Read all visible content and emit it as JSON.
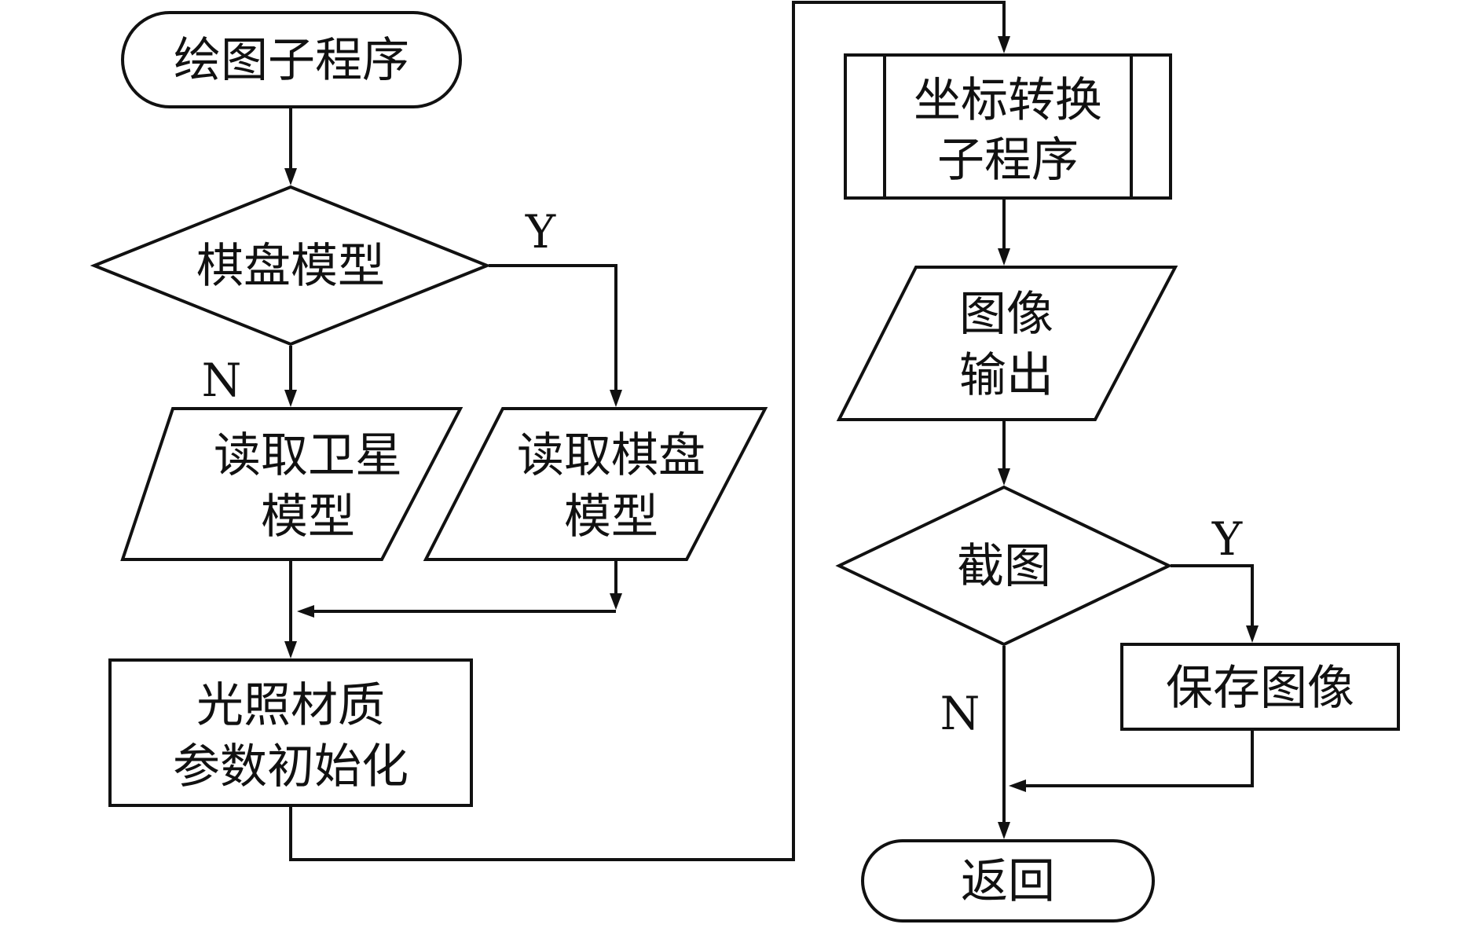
{
  "nodes": {
    "start": [
      "绘图子程序"
    ],
    "decision_board": [
      "棋盘模型"
    ],
    "read_satellite": [
      "读取卫星",
      "模型"
    ],
    "read_board": [
      "读取棋盘",
      "模型"
    ],
    "init_params": [
      "光照材质",
      "参数初始化"
    ],
    "coord_transform": [
      "坐标转换",
      "子程序"
    ],
    "image_output": [
      "图像",
      "输出"
    ],
    "decision_screenshot": [
      "截图"
    ],
    "save_image": [
      "保存图像"
    ],
    "end": [
      "返回"
    ]
  },
  "edge_labels": {
    "board_yes": "Y",
    "board_no": "N",
    "screenshot_yes": "Y",
    "screenshot_no": "N"
  },
  "colors": {
    "stroke": "#111111",
    "background": "#ffffff"
  }
}
